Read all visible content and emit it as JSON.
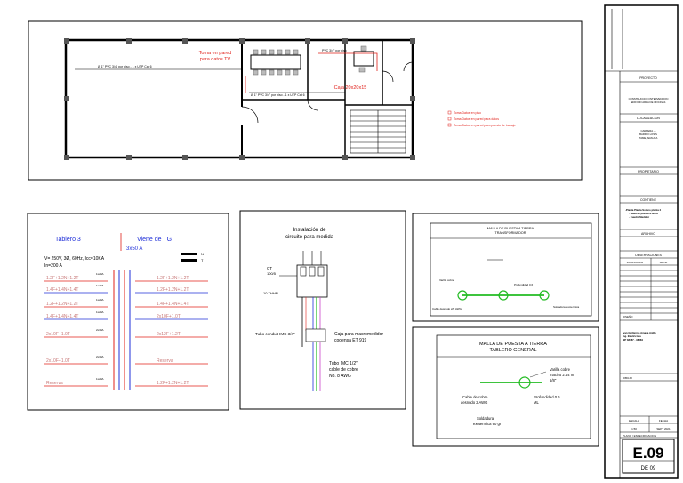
{
  "plan": {
    "red_label_1": "Toma en pared",
    "red_label_2": "para datos TV",
    "red_label_3": "Caja 20x20x15",
    "conduit_top": "Ø 1\" PVC 3/4\" por piso - 1 x UTP Cat 6",
    "conduit_small": "PVC 3/4\" por piso",
    "conduit_bottom": "Ø 1\" PVC 3/4\" por piso - 1 x UTP Cat 6",
    "legend": [
      "Toma Datos en piso",
      "Toma Datos en pared para datos",
      "Toma Datos en pared para puesto de trabajo"
    ]
  },
  "tablero": {
    "title": "Tablero 3",
    "viene": "Viene de TG",
    "breaker": "3x50 A",
    "specs_1": "V= 250V, 3Ø, 60Hz, Icc=10KA",
    "specs_2": "In=200 A",
    "left_labels": [
      "1.2F+1.2N+1.2T",
      "1.4F+1.4N+1.4T",
      "1.2F+1.2N+1.2T",
      "1.4F+1.4N+1.4T",
      "2x10F+1.0T",
      "2x10F+1.0T",
      "Reserva"
    ],
    "right_labels": [
      "1.2F+1.2N+1.2T",
      "1.2F+1.2N+1.2T",
      "1.4F+1.4N+1.4T",
      "2x10F+1.0T",
      "2x12F+1.2T",
      "Reserva",
      "1.2F+1.2N+1.2T"
    ],
    "breaker_small": [
      "1x20A",
      "1x20A",
      "1x20A",
      "1x20A",
      "2x30A",
      "2x30A",
      "1x20A"
    ],
    "n_label": "N",
    "t_label": "T"
  },
  "medida": {
    "title_1": "Instalación de",
    "title_2": "circuito para medida",
    "ct_1": "CT",
    "ct_2": "100/5",
    "thhn": "10 THHN",
    "conduit": "Tubo conduit IMC 3/4\"",
    "caja_1": "Caja para macromedidor",
    "caja_2": "codensa ET 919",
    "tubo_1": "Tubo IMC 1/2\",",
    "tubo_2": "cable de cobre",
    "tubo_3": "No. 8 AWG"
  },
  "malla_trafo": {
    "title_1": "MALLA DE PUESTA A TIERRA",
    "title_2": "TRANSFORMADOR",
    "lbl_varilla": "Varilla cobre",
    "lbl_cable": "Cable desnudo 2/0 AWG",
    "lbl_prof": "Profundidad 0,6",
    "lbl_soldadura": "Soldadura exotermica"
  },
  "malla_tg": {
    "title_1": "MALLA DE PUESTA A TIERRA",
    "title_2": "TABLERO GENERAL",
    "varilla_1": "Varilla cobre",
    "varilla_2": "macizo 2.44 m",
    "varilla_3": "5/8\"",
    "cable_1": "Cable de cobre",
    "cable_2": "desnudo 2 AWG",
    "prof_1": "Profundidad 0.6",
    "prof_2": "ML",
    "sold_1": "Soldadura",
    "sold_2": "exotermica 90 gr"
  },
  "title_block": {
    "proyecto_h": "PROYECTO",
    "proyecto_1": "CONSTRUCCION INTERVENCION",
    "proyecto_2": "EDIFICIO AREA DE OFICINAS",
    "localizacion_h": "LOCALIZACION",
    "loc_1": "CARRERA ---",
    "loc_2": "BARRIO LOS S",
    "loc_3": "TAME, ARAUCA",
    "propietario_h": "PROPIETARIO",
    "contiene_h": "CONTIENE",
    "contiene_1": "-Planta Planta Sotano planta 4",
    "contiene_2": "- Malla de puesta a tierra",
    "contiene_3": "- Cuadro Medidor",
    "archivo_h": "ARCHIVO",
    "observaciones_h": "OBSERVACIONES",
    "obs_col_1": "MODIFICACION",
    "obs_col_2": "FECHA",
    "diseno_h": "DISEÑO",
    "diseno_1": "Ivan Guillermo Amaya Anillo",
    "diseno_2": "Ing. Electricista",
    "diseno_3": "MP 38487 - 38884",
    "dibujo_h": "DIBUJO",
    "escala_h": "ESCALA",
    "fecha_h": "FECHA",
    "escala_v": "1:50",
    "fecha_v": "SEPT 2021",
    "plano_h": "PLANO / ESPECIFICACION",
    "sheet": "E.09",
    "de": "DE 09"
  },
  "colors": {
    "red": "#e0201a",
    "blue": "#1f2fd8",
    "green": "#22bb22",
    "magenta": "#cc44cc",
    "pink": "#c87878"
  }
}
